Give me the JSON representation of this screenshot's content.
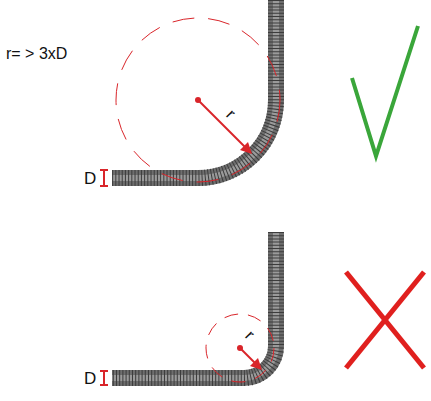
{
  "diagram": {
    "labels": [
      "r= > 3xD",
      "r",
      "D",
      "r",
      "D"
    ]
  }
}
